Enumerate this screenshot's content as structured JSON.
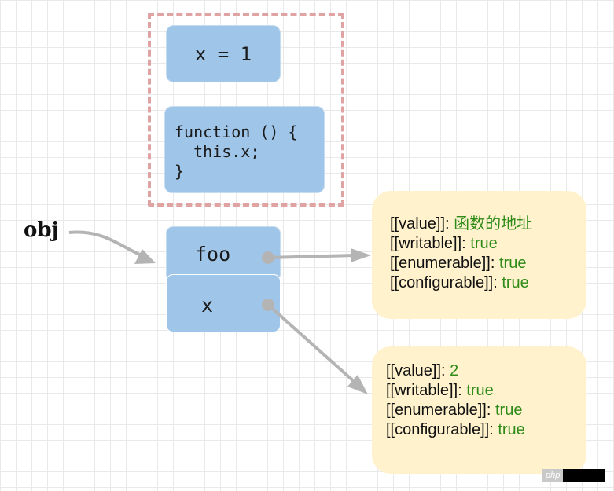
{
  "obj_label": "obj",
  "blue_boxes": {
    "x_eq_1": "x = 1",
    "function_code": "function () {\n  this.x;\n}",
    "foo": "foo",
    "x": "x"
  },
  "foo_descriptor": {
    "value_key": "[[value]]:",
    "value_val": "函数的地址",
    "writable_key": "[[writable]]:",
    "writable_val": "true",
    "enumerable_key": "[[enumerable]]:",
    "enumerable_val": "true",
    "configurable_key": "[[configurable]]:",
    "configurable_val": "true"
  },
  "x_descriptor": {
    "value_key": "[[value]]:",
    "value_val": "2",
    "writable_key": "[[writable]]:",
    "writable_val": "true",
    "enumerable_key": "[[enumerable]]:",
    "enumerable_val": "true",
    "configurable_key": "[[configurable]]:",
    "configurable_val": "true"
  },
  "watermark": "php",
  "colors": {
    "blue_box": "#9fc5e8",
    "yellow_box": "#fff2cc",
    "dashed_border": "#e0a3a3",
    "value_text": "#2e8b18",
    "arrow": "#b4b4b4"
  }
}
